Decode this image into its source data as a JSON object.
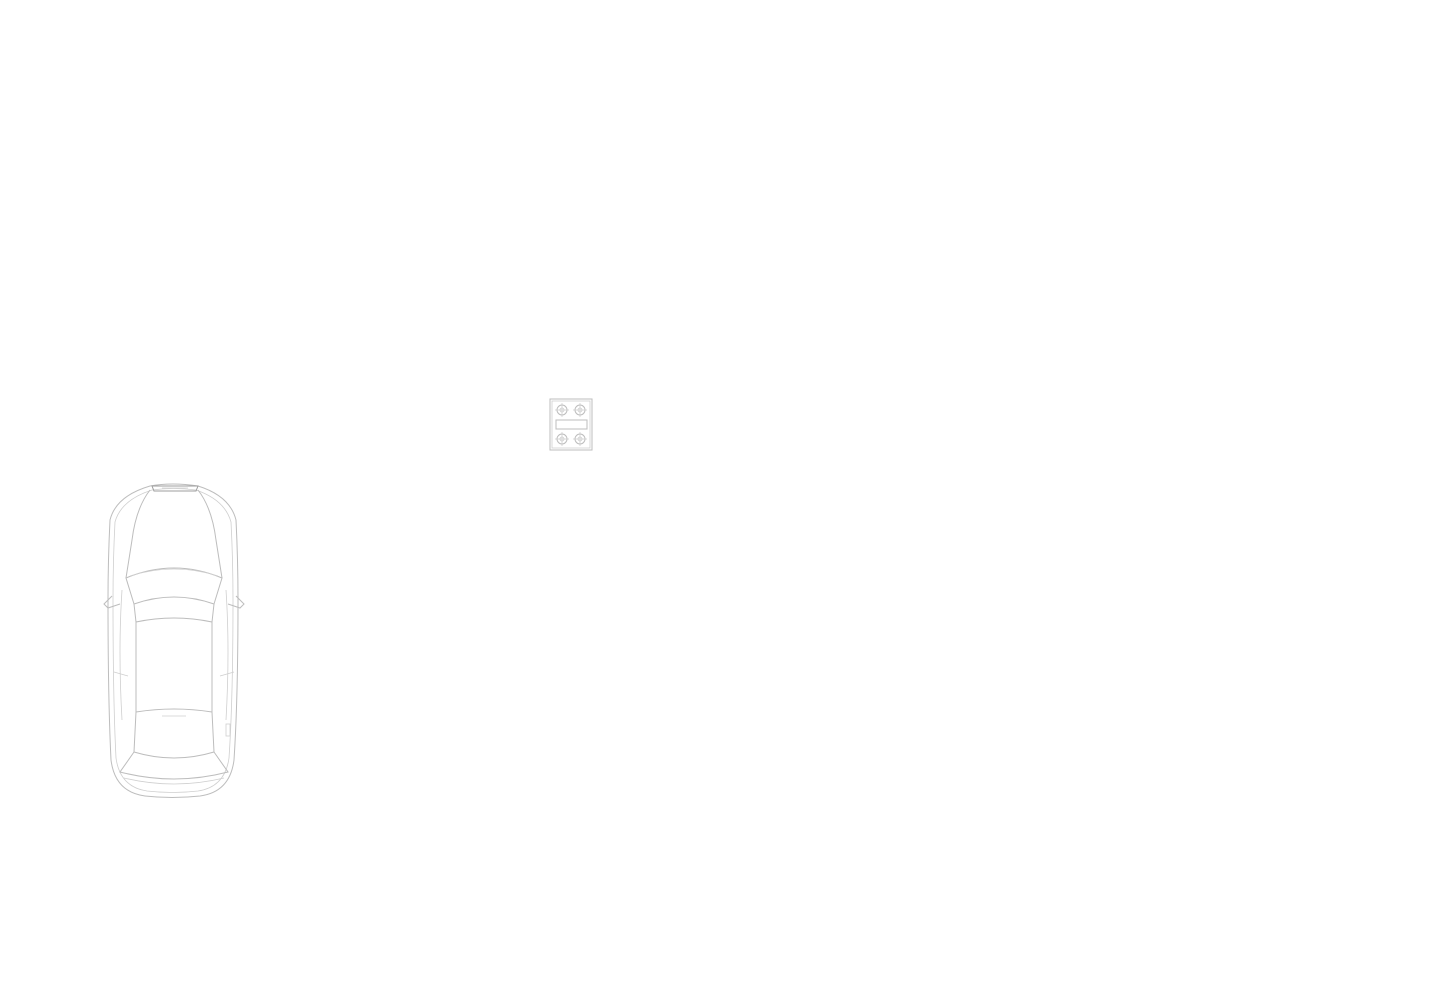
{
  "drawing": {
    "background_color": "#ffffff",
    "line_color": "#bdbdbd",
    "symbols": [
      {
        "name": "cooktop",
        "icon": "four-burner-cooktop-icon",
        "burners": 4
      },
      {
        "name": "car",
        "icon": "car-top-view-icon"
      }
    ]
  }
}
